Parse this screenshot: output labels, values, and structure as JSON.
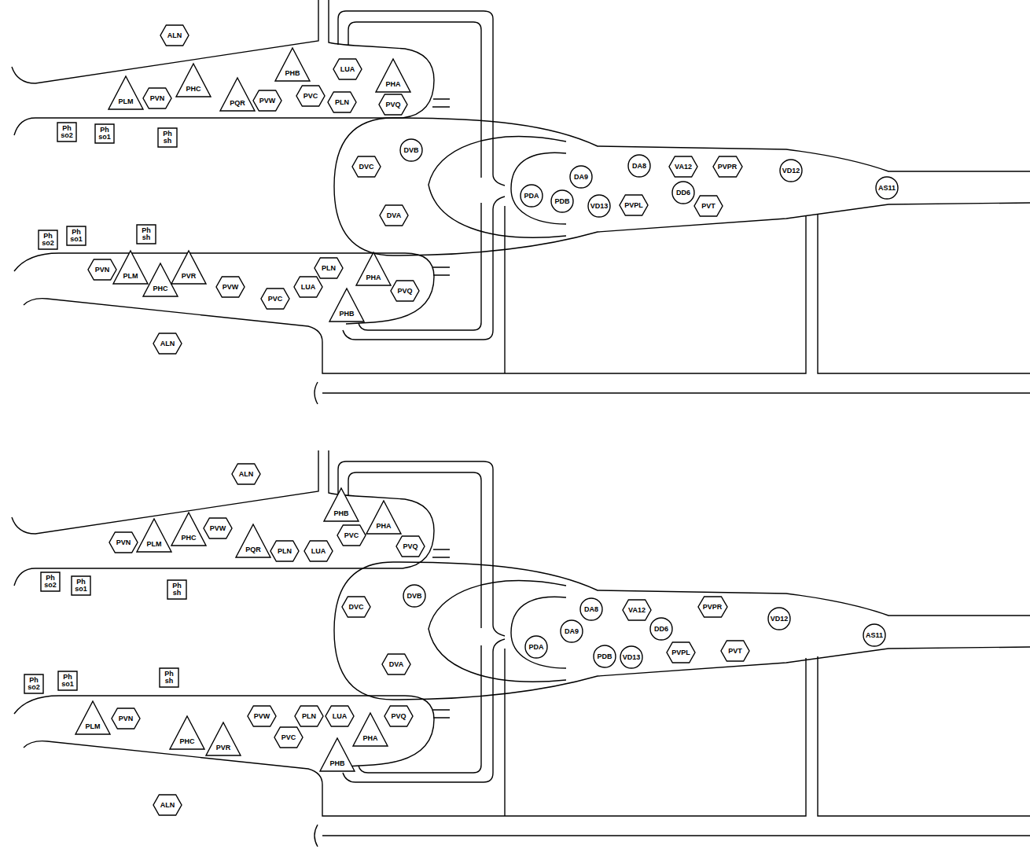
{
  "diagram": {
    "nodes": [
      {
        "text": [
          "ALN"
        ]
      },
      {
        "text": [
          "PLM"
        ]
      },
      {
        "text": [
          "PVN"
        ]
      },
      {
        "text": [
          "PHC"
        ]
      },
      {
        "text": [
          "PQR"
        ]
      },
      {
        "text": [
          "PVW"
        ]
      },
      {
        "text": [
          "PHB"
        ]
      },
      {
        "text": [
          "PVC"
        ]
      },
      {
        "text": [
          "LUA"
        ]
      },
      {
        "text": [
          "PLN"
        ]
      },
      {
        "text": [
          "PHA"
        ]
      },
      {
        "text": [
          "PVQ"
        ]
      },
      {
        "text": [
          "Ph so2"
        ]
      },
      {
        "text": [
          "Ph so1"
        ]
      },
      {
        "text": [
          "Ph sh"
        ]
      },
      {
        "text": [
          "Ph so2"
        ]
      },
      {
        "text": [
          "Ph so1"
        ]
      },
      {
        "text": [
          "Ph sh"
        ]
      },
      {
        "text": [
          "PVN"
        ]
      },
      {
        "text": [
          "PLM"
        ]
      },
      {
        "text": [
          "PHC"
        ]
      },
      {
        "text": [
          "PVR"
        ]
      },
      {
        "text": [
          "PVW"
        ]
      },
      {
        "text": [
          "PVC"
        ]
      },
      {
        "text": [
          "LUA"
        ]
      },
      {
        "text": [
          "PLN"
        ]
      },
      {
        "text": [
          "PHA"
        ]
      },
      {
        "text": [
          "PVQ"
        ]
      },
      {
        "text": [
          "PHB"
        ]
      },
      {
        "text": [
          "ALN"
        ]
      },
      {
        "text": [
          "DVC"
        ]
      },
      {
        "text": [
          "DVB"
        ]
      },
      {
        "text": [
          "DVA"
        ]
      },
      {
        "text": [
          "PDA"
        ]
      },
      {
        "text": [
          "PDB"
        ]
      },
      {
        "text": [
          "DA9"
        ]
      },
      {
        "text": [
          "VD13"
        ]
      },
      {
        "text": [
          "DA8"
        ]
      },
      {
        "text": [
          "PVPL"
        ]
      },
      {
        "text": [
          "VA12"
        ]
      },
      {
        "text": [
          "DD6"
        ]
      },
      {
        "text": [
          "PVT"
        ]
      },
      {
        "text": [
          "PVPR"
        ]
      },
      {
        "text": [
          "VD12"
        ]
      },
      {
        "text": [
          "AS11"
        ]
      },
      {
        "text": [
          "ALN"
        ]
      },
      {
        "text": [
          "PVN"
        ]
      },
      {
        "text": [
          "PLM"
        ]
      },
      {
        "text": [
          "PHC"
        ]
      },
      {
        "text": [
          "PVW"
        ]
      },
      {
        "text": [
          "PQR"
        ]
      },
      {
        "text": [
          "PLN"
        ]
      },
      {
        "text": [
          "LUA"
        ]
      },
      {
        "text": [
          "PHB"
        ]
      },
      {
        "text": [
          "PVC"
        ]
      },
      {
        "text": [
          "PHA"
        ]
      },
      {
        "text": [
          "PVQ"
        ]
      },
      {
        "text": [
          "Ph so2"
        ]
      },
      {
        "text": [
          "Ph so1"
        ]
      },
      {
        "text": [
          "Ph sh"
        ]
      },
      {
        "text": [
          "Ph so2"
        ]
      },
      {
        "text": [
          "Ph so1"
        ]
      },
      {
        "text": [
          "Ph sh"
        ]
      },
      {
        "text": [
          "PLM"
        ]
      },
      {
        "text": [
          "PVN"
        ]
      },
      {
        "text": [
          "PHC"
        ]
      },
      {
        "text": [
          "PVR"
        ]
      },
      {
        "text": [
          "PVW"
        ]
      },
      {
        "text": [
          "PVC"
        ]
      },
      {
        "text": [
          "PLN"
        ]
      },
      {
        "text": [
          "LUA"
        ]
      },
      {
        "text": [
          "PHA"
        ]
      },
      {
        "text": [
          "PVQ"
        ]
      },
      {
        "text": [
          "PHB"
        ]
      },
      {
        "text": [
          "ALN"
        ]
      },
      {
        "text": [
          "DVC"
        ]
      },
      {
        "text": [
          "DVB"
        ]
      },
      {
        "text": [
          "DVA"
        ]
      },
      {
        "text": [
          "PDA"
        ]
      },
      {
        "text": [
          "DA9"
        ]
      },
      {
        "text": [
          "PDB"
        ]
      },
      {
        "text": [
          "DA8"
        ]
      },
      {
        "text": [
          "VD13"
        ]
      },
      {
        "text": [
          "VA12"
        ]
      },
      {
        "text": [
          "DD6"
        ]
      },
      {
        "text": [
          "PVPL"
        ]
      },
      {
        "text": [
          "PVPR"
        ]
      },
      {
        "text": [
          "PVT"
        ]
      },
      {
        "text": [
          "VD12"
        ]
      },
      {
        "text": [
          "AS11"
        ]
      }
    ]
  }
}
